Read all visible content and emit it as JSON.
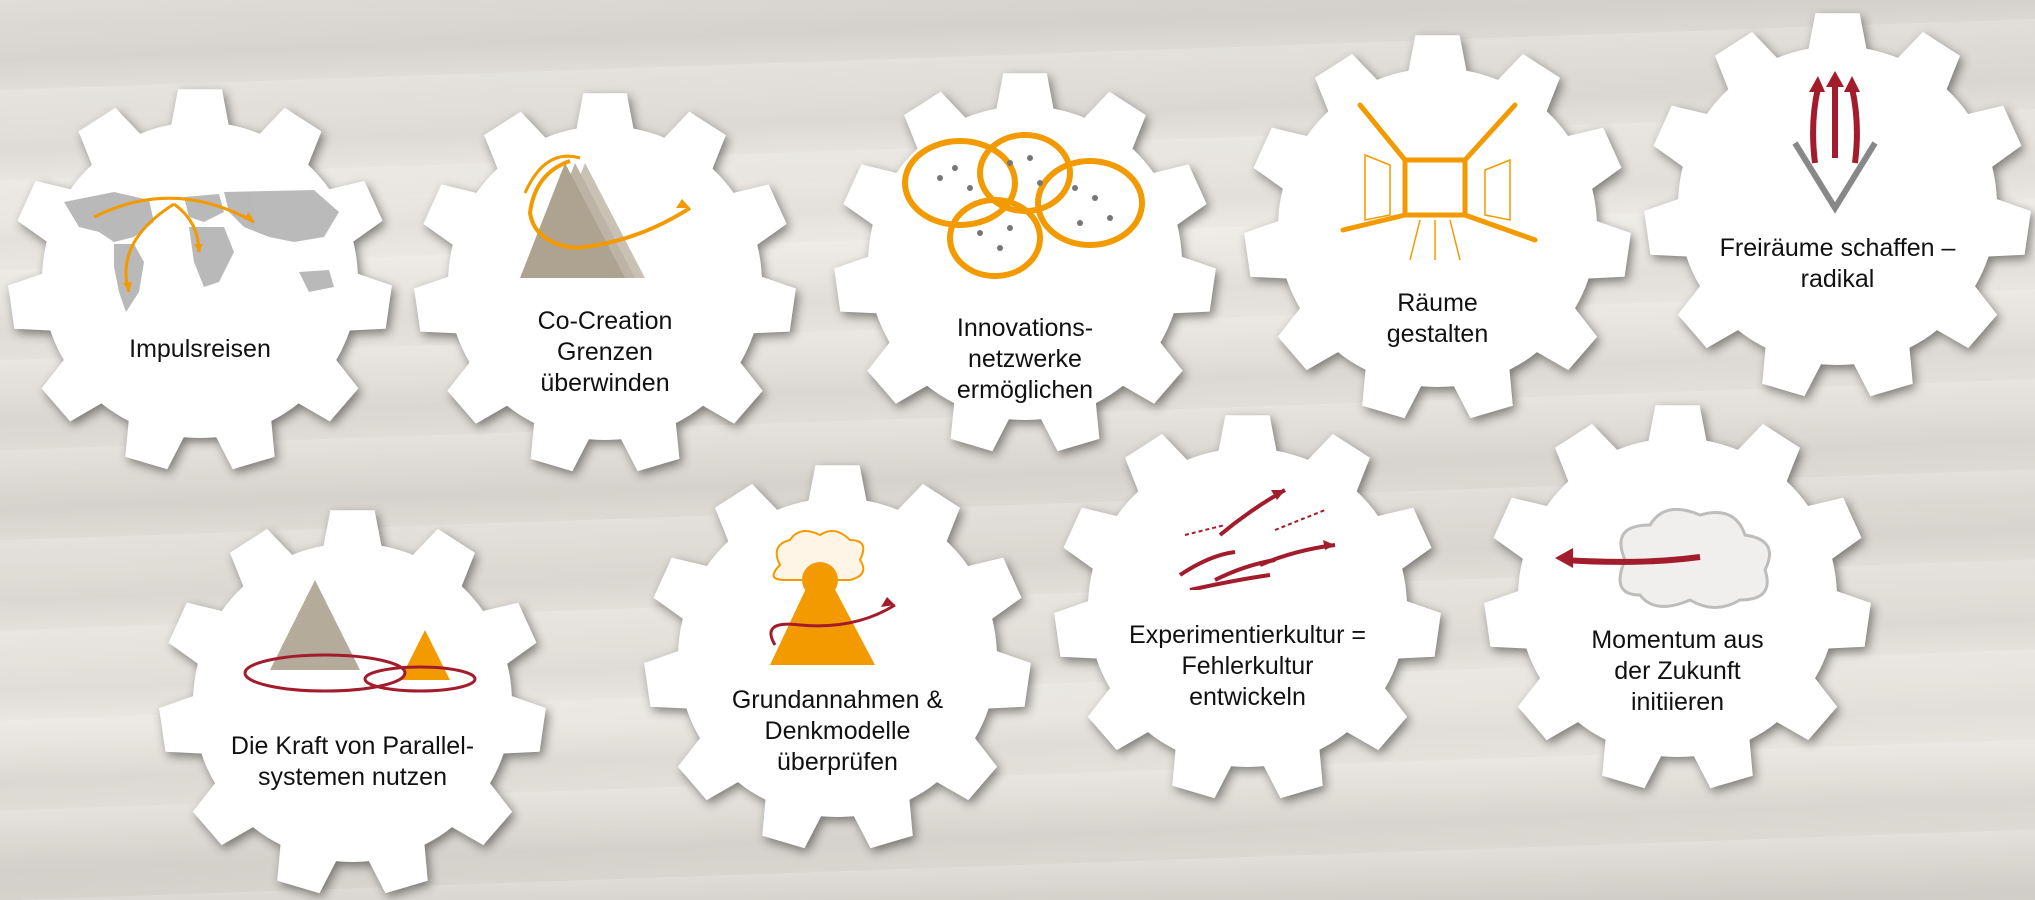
{
  "gears": [
    {
      "id": "impulsreisen",
      "label": "Impulsreisen"
    },
    {
      "id": "co-creation",
      "label": "Co-Creation\nGrenzen\nüberwinden"
    },
    {
      "id": "innovationsnetzwerke",
      "label": "Innovations-\nnetzwerke\nermöglichen"
    },
    {
      "id": "raeume",
      "label": "Räume\ngestalten"
    },
    {
      "id": "freiraeume",
      "label": "Freiräume schaffen –\nradikal"
    },
    {
      "id": "parallelsysteme",
      "label": "Die Kraft von Parallel-\nsystemen nutzen"
    },
    {
      "id": "grundannahmen",
      "label": "Grundannahmen &\nDenkmodelle\nüberprüfen"
    },
    {
      "id": "experimentierkultur",
      "label": "Experimentierkultur =\nFehlerkultur\nentwickeln"
    },
    {
      "id": "momentum",
      "label": "Momentum aus\nder Zukunft\ninitiieren"
    }
  ],
  "colors": {
    "orange": "#f29a00",
    "dark_red": "#a31c2c",
    "taupe": "#b5ab9b",
    "gear_white": "#ffffff"
  }
}
